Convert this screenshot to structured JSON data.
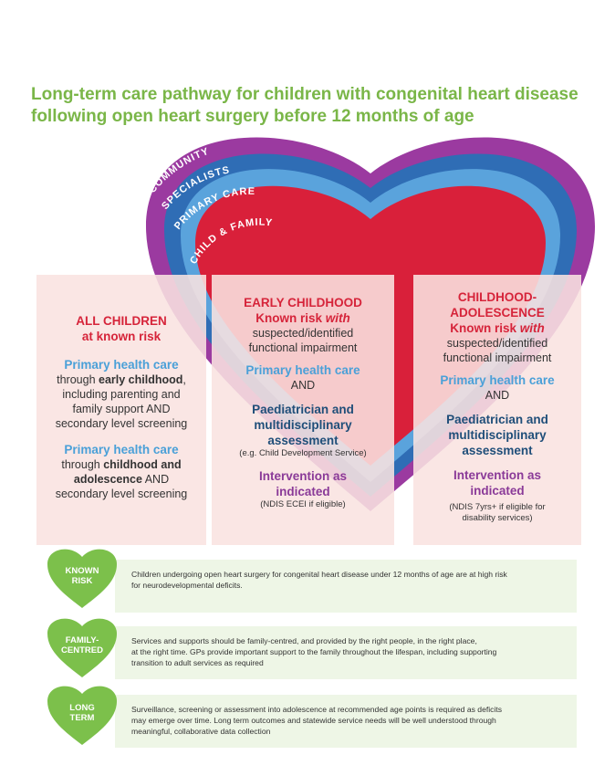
{
  "title": {
    "line1": "Long-term care pathway for children with congenital heart disease",
    "line2": "following open heart surgery before 12 months of age"
  },
  "heart_layers": [
    {
      "label": "COMMUNITY",
      "color": "#9b3aa0"
    },
    {
      "label": "SPECIALISTS",
      "color": "#2f6db5"
    },
    {
      "label": "PRIMARY CARE",
      "color": "#5aa3dc"
    },
    {
      "label": "CHILD & FAMILY",
      "color": "#d9203a"
    }
  ],
  "columns": [
    {
      "heading1": "ALL CHILDREN",
      "heading2": "at known risk",
      "care1_title": "Primary health care",
      "care1_t1": "through ",
      "care1_b1": "early childhood",
      "care1_t2": ",",
      "care1_line2": "including parenting and",
      "care1_line3": "family support AND",
      "care1_line4": "secondary level screening",
      "care2_title": "Primary health care",
      "care2_t1": "through ",
      "care2_b1": "childhood and",
      "care2_b2": "adolescence",
      "care2_t2": " AND",
      "care2_line3": "secondary level screening"
    },
    {
      "heading1": "EARLY CHILDHOOD",
      "heading2a": "Known risk ",
      "heading2b": "with",
      "sub1": "suspected/identified",
      "sub2": "functional impairment",
      "care_title": "Primary health care",
      "and1": "AND",
      "assess1": "Paediatrician and",
      "assess2": "multidisciplinary",
      "assess3": "assessment",
      "example": "(e.g. Child Development Service)",
      "interv1": "Intervention as",
      "interv2": "indicated",
      "note": "(NDIS ECEI if eligible)"
    },
    {
      "heading1": "CHILDHOOD-",
      "heading2": "ADOLESCENCE",
      "heading3a": "Known risk ",
      "heading3b": "with",
      "sub1": "suspected/identified",
      "sub2": "functional impairment",
      "care_title": "Primary health care",
      "and1": "AND",
      "assess1": "Paediatrician and",
      "assess2": "multidisciplinary",
      "assess3": "assessment",
      "interv1": "Intervention as",
      "interv2": "indicated",
      "note1": "(NDIS 7yrs+ if eligible for",
      "note2": "disability services)"
    }
  ],
  "principles": [
    {
      "badge1": "KNOWN",
      "badge2": "RISK",
      "line1": "Children undergoing open heart surgery for congenital heart disease under 12 months of age are at high risk",
      "line2": "for neurodevelopmental deficits.",
      "line3": ""
    },
    {
      "badge1": "FAMILY-",
      "badge2": "CENTRED",
      "line1": "Services and supports should be family-centred, and provided by the right people, in the right place,",
      "line2": "at the right time. GPs provide important support to the family throughout the lifespan, including supporting",
      "line3": "transition to adult services as required"
    },
    {
      "badge1": "LONG",
      "badge2": "TERM",
      "line1": "Surveillance, screening or assessment into adolescence at recommended age points is required as deficits",
      "line2": "may emerge over time. Long term outcomes and statewide service needs will be well understood through",
      "line3": "meaningful, collaborative data collection"
    }
  ],
  "colors": {
    "title_green": "#7ab648",
    "badge_green": "#7cc04b",
    "row_bg": "#eef6e6",
    "column_bg": "#f9e2e0"
  }
}
